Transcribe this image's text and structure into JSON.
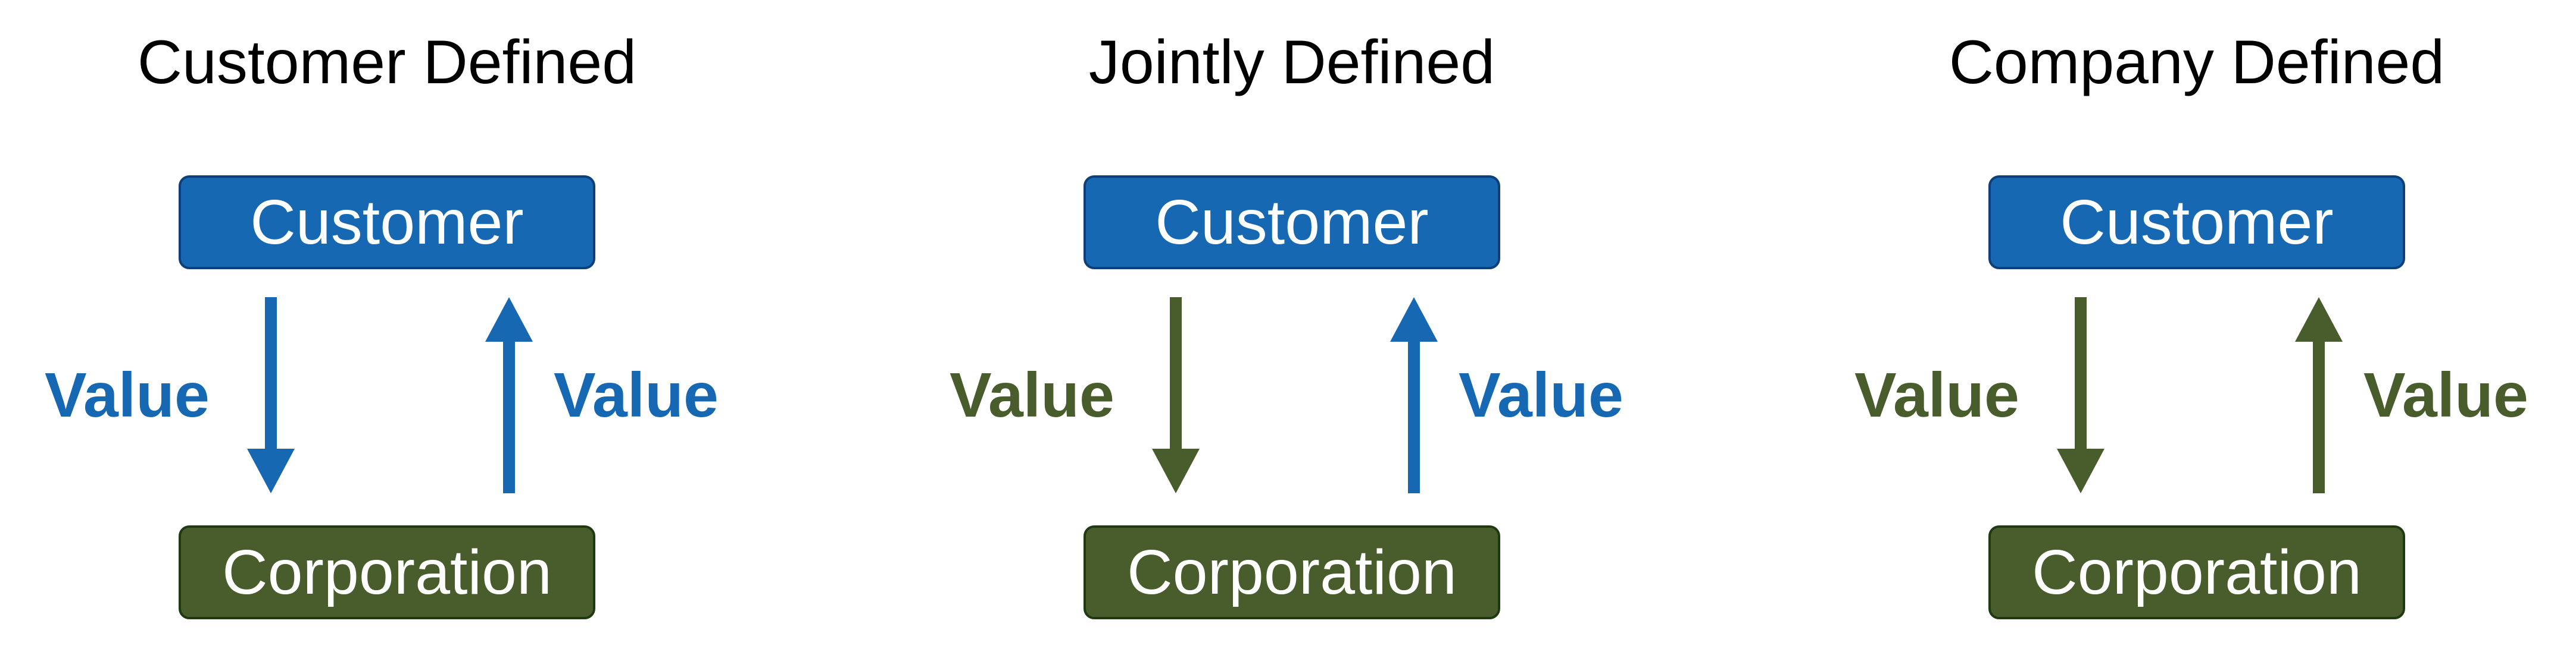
{
  "colors": {
    "customer_blue": "#1668b3",
    "corporation_green": "#485c2c"
  },
  "panels": [
    {
      "title": "Customer Defined",
      "top_box": {
        "label": "Customer",
        "color": "#1668b3"
      },
      "bottom_box": {
        "label": "Corporation",
        "color": "#485c2c"
      },
      "down_arrow": {
        "label": "Value",
        "color": "#1668b3"
      },
      "up_arrow": {
        "label": "Value",
        "color": "#1668b3"
      }
    },
    {
      "title": "Jointly Defined",
      "top_box": {
        "label": "Customer",
        "color": "#1668b3"
      },
      "bottom_box": {
        "label": "Corporation",
        "color": "#485c2c"
      },
      "down_arrow": {
        "label": "Value",
        "color": "#485c2c"
      },
      "up_arrow": {
        "label": "Value",
        "color": "#1668b3"
      }
    },
    {
      "title": "Company Defined",
      "top_box": {
        "label": "Customer",
        "color": "#1668b3"
      },
      "bottom_box": {
        "label": "Corporation",
        "color": "#485c2c"
      },
      "down_arrow": {
        "label": "Value",
        "color": "#485c2c"
      },
      "up_arrow": {
        "label": "Value",
        "color": "#485c2c"
      }
    }
  ]
}
